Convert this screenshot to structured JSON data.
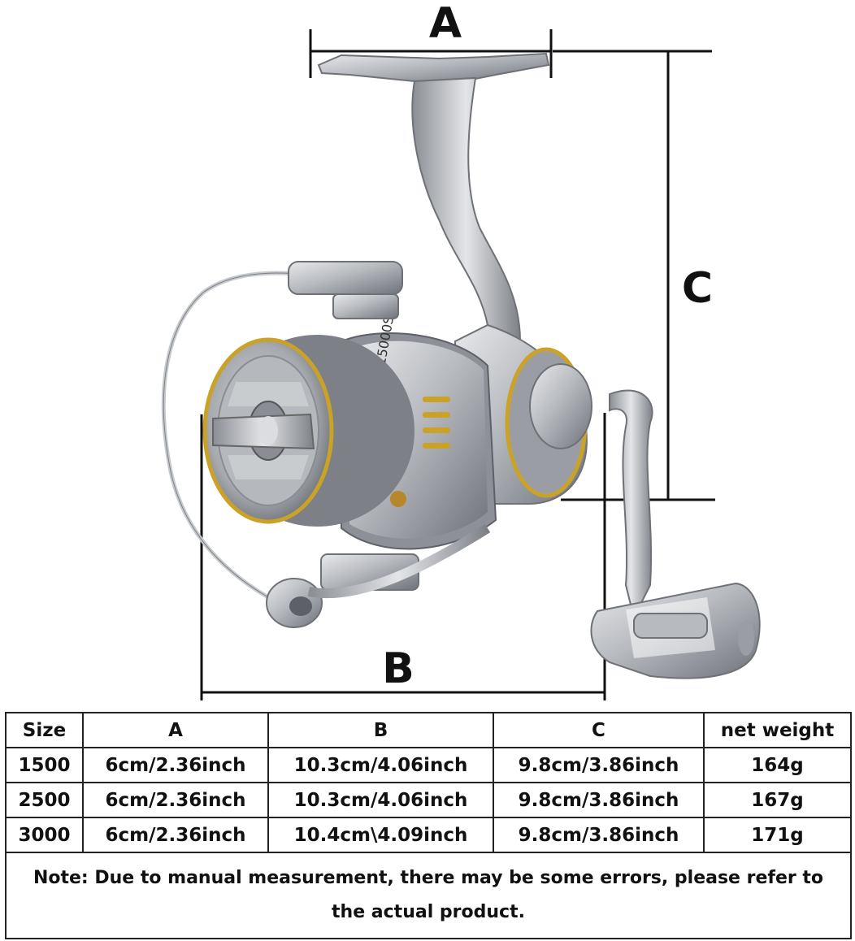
{
  "diagram": {
    "label_a": "A",
    "label_b": "B",
    "label_c": "C",
    "reel_text": "LA15000S",
    "colors": {
      "metal": "#b9bcc1",
      "dark_metal": "#6e7277",
      "gold": "#c9a227",
      "line": "#111111"
    }
  },
  "table": {
    "headers": [
      "Size",
      "A",
      "B",
      "C",
      "net weight"
    ],
    "rows": [
      [
        "1500",
        "6cm/2.36inch",
        "10.3cm/4.06inch",
        "9.8cm/3.86inch",
        "164g"
      ],
      [
        "2500",
        "6cm/2.36inch",
        "10.3cm/4.06inch",
        "9.8cm/3.86inch",
        "167g"
      ],
      [
        "3000",
        "6cm/2.36inch",
        "10.4cm\\4.09inch",
        "9.8cm/3.86inch",
        "171g"
      ]
    ],
    "note": "Note: Due to manual measurement, there may be some errors, please refer to the actual product."
  }
}
